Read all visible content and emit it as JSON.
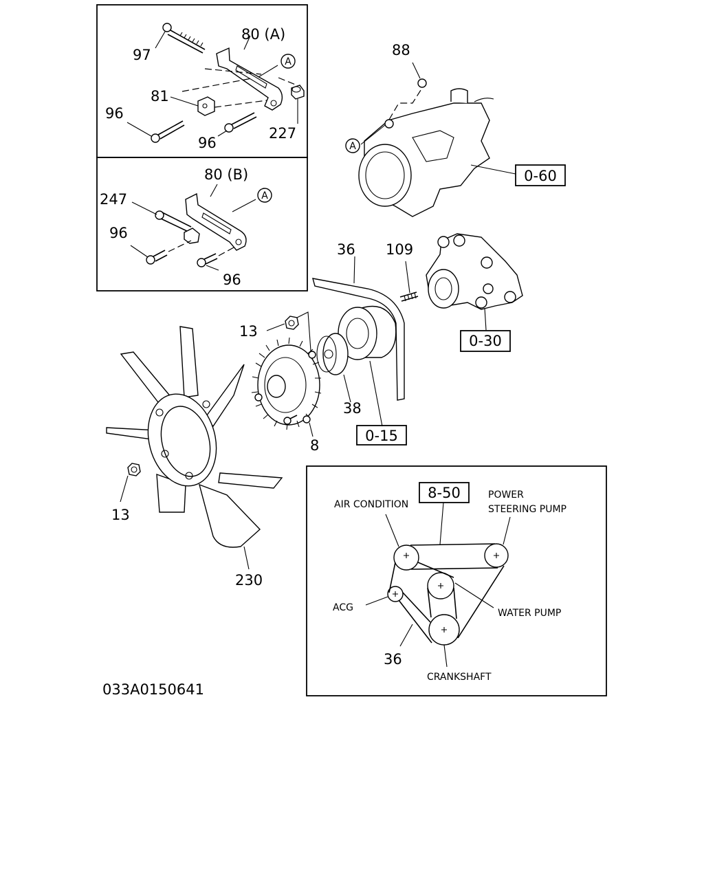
{
  "callouts": {
    "c97": "97",
    "c80a": "80 (A)",
    "c81": "81",
    "c96_inset1_left": "96",
    "c96_inset1_bottom": "96",
    "c227": "227",
    "c80b": "80 (B)",
    "c247": "247",
    "c96_inset2_left": "96",
    "c96_inset2_bottom": "96",
    "c88": "88",
    "c36_belt": "36",
    "c109": "109",
    "c13_top": "13",
    "c38": "38",
    "c8": "8",
    "c13_bottom": "13",
    "c230": "230",
    "circle_a_1": "A",
    "circle_a_2": "A",
    "circle_a_3": "A"
  },
  "references": {
    "ref_060": "0-60",
    "ref_030": "0-30",
    "ref_015": "0-15",
    "ref_850": "8-50"
  },
  "belt_routing": {
    "air_condition": "AIR CONDITION",
    "power_steering_line1": "POWER",
    "power_steering_line2": "STEERING PUMP",
    "acg": "ACG",
    "water_pump": "WATER PUMP",
    "crankshaft": "CRANKSHAFT",
    "belt_number": "36"
  },
  "drawing_number": "033A0150641"
}
